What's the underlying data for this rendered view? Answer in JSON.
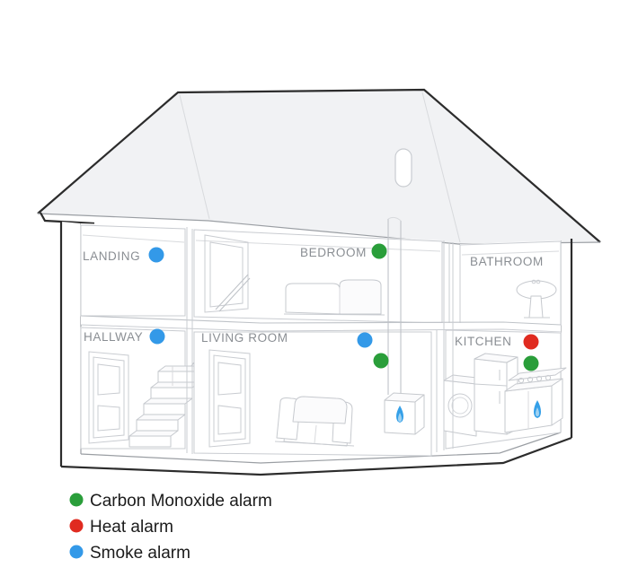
{
  "diagram": {
    "title": "Home alarm placement cutaway diagram",
    "description": "Isometric cutaway of a two-storey house showing recommended alarm positions",
    "colors": {
      "carbon_monoxide": "#2a9e3a",
      "heat": "#e02b20",
      "smoke": "#3399e8",
      "roof_fill": "#f1f2f4",
      "wall_fill": "#ffffff",
      "outline_dark": "#2c2c2c",
      "outline_light": "#c9ccd1",
      "room_label": "#8a8e93",
      "legend_text": "#1b1b1b",
      "flame_blue": "#35a0e8"
    }
  },
  "rooms": [
    {
      "id": "landing",
      "label": "LANDING",
      "floor": "upper",
      "alarms": [
        "smoke"
      ]
    },
    {
      "id": "bedroom",
      "label": "BEDROOM",
      "floor": "upper",
      "alarms": [
        "carbon_monoxide"
      ]
    },
    {
      "id": "bathroom",
      "label": "BATHROOM",
      "floor": "upper",
      "alarms": []
    },
    {
      "id": "hallway",
      "label": "HALLWAY",
      "floor": "lower",
      "alarms": [
        "smoke"
      ]
    },
    {
      "id": "living_room",
      "label": "LIVING ROOM",
      "floor": "lower",
      "alarms": [
        "smoke",
        "carbon_monoxide"
      ]
    },
    {
      "id": "kitchen",
      "label": "KITCHEN",
      "floor": "lower",
      "alarms": [
        "heat",
        "carbon_monoxide"
      ]
    }
  ],
  "alarm_markers": [
    {
      "room": "landing",
      "type": "smoke",
      "color": "#3399e8"
    },
    {
      "room": "bedroom",
      "type": "carbon_monoxide",
      "color": "#2a9e3a"
    },
    {
      "room": "hallway",
      "type": "smoke",
      "color": "#3399e8"
    },
    {
      "room": "living_room",
      "type": "smoke",
      "color": "#3399e8"
    },
    {
      "room": "living_room",
      "type": "carbon_monoxide",
      "color": "#2a9e3a"
    },
    {
      "room": "kitchen",
      "type": "heat",
      "color": "#e02b20"
    },
    {
      "room": "kitchen",
      "type": "carbon_monoxide",
      "color": "#2a9e3a"
    }
  ],
  "legend": {
    "items": [
      {
        "id": "carbon-monoxide",
        "label": "Carbon Monoxide alarm",
        "color": "#2a9e3a"
      },
      {
        "id": "heat",
        "label": "Heat alarm",
        "color": "#e02b20"
      },
      {
        "id": "smoke",
        "label": "Smoke alarm",
        "color": "#3399e8"
      }
    ]
  },
  "features": {
    "roof_vent": "roof-vent",
    "staircase": "staircase",
    "boiler": "boiler",
    "sofa": "sofa",
    "bed": "bed",
    "sink": "pedestal-sink",
    "fridge": "fridge",
    "washing_machine": "washing-machine",
    "oven": "oven-with-hob",
    "flue_pipe": "flue-pipe"
  }
}
